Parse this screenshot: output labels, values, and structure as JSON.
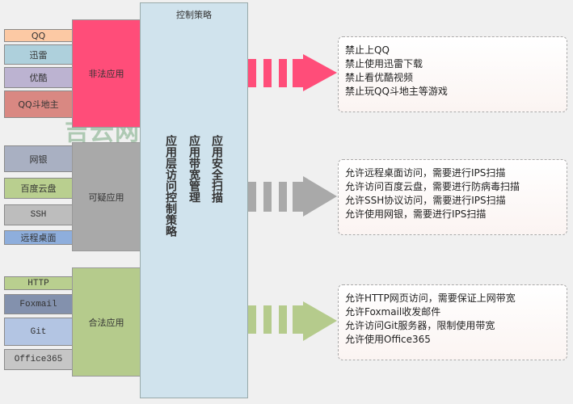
{
  "control_box": {
    "title": "控制策略",
    "columns": [
      "应用层访问控制策略",
      "应用带宽管理",
      "应用安全扫描"
    ]
  },
  "watermark": "吉云网",
  "groups": [
    {
      "label": "非法应用",
      "color": "#ff4d79",
      "apps": [
        {
          "label": "QQ",
          "color": "#fcc9a4"
        },
        {
          "label": "迅雷",
          "color": "#aed0dc"
        },
        {
          "label": "优酷",
          "color": "#bcb3d1"
        },
        {
          "label": "QQ斗地主",
          "color": "#d98882"
        }
      ],
      "policies": [
        "禁止上QQ",
        "禁止使用迅雷下载",
        "禁止看优酷视频",
        "禁止玩QQ斗地主等游戏"
      ]
    },
    {
      "label": "可疑应用",
      "color": "#a9a9a9",
      "apps": [
        {
          "label": "网银",
          "color": "#a9b0c2"
        },
        {
          "label": "百度云盘",
          "color": "#b9cf8f"
        },
        {
          "label": "SSH",
          "color": "#bdbdbd"
        },
        {
          "label": "远程桌面",
          "color": "#8eaedc"
        }
      ],
      "policies": [
        "允许远程桌面访问，需要进行IPS扫描",
        "允许访问百度云盘，需要进行防病毒扫描",
        "允许SSH协议访问，需要进行IPS扫描",
        "允许使用网银，需要进行IPS扫描"
      ]
    },
    {
      "label": "合法应用",
      "color": "#b5cb8c",
      "apps": [
        {
          "label": "HTTP",
          "color": "#b9cf8f"
        },
        {
          "label": "Foxmail",
          "color": "#8391ad"
        },
        {
          "label": "Git",
          "color": "#b3c5e3"
        },
        {
          "label": "Office365",
          "color": "#c6c6c6"
        }
      ],
      "policies": [
        "允许HTTP网页访问，需要保证上网带宽",
        "允许Foxmail收发邮件",
        "允许访问Git服务器，限制使用带宽",
        "允许使用Office365"
      ]
    }
  ]
}
